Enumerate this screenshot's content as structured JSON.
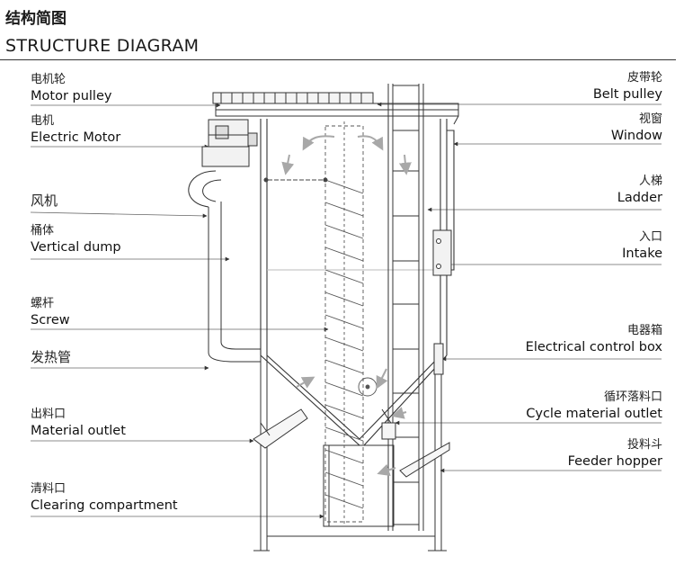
{
  "header": {
    "title_cn": "结构简图",
    "title_en": "STRUCTURE DIAGRAM"
  },
  "left_labels": [
    {
      "cn": "电机轮",
      "en": "Motor pulley"
    },
    {
      "cn": "电机",
      "en": "Electric Motor"
    },
    {
      "cn": "风机",
      "en": ""
    },
    {
      "cn": "桶体",
      "en": "Vertical dump"
    },
    {
      "cn": "螺杆",
      "en": "Screw"
    },
    {
      "cn": "发热管",
      "en": ""
    },
    {
      "cn": "出料口",
      "en": "Material outlet"
    },
    {
      "cn": "清料口",
      "en": "Clearing compartment"
    }
  ],
  "right_labels": [
    {
      "cn": "皮带轮",
      "en": "Belt pulley"
    },
    {
      "cn": "视窗",
      "en": "Window"
    },
    {
      "cn": "人梯",
      "en": "Ladder"
    },
    {
      "cn": "入口",
      "en": "Intake"
    },
    {
      "cn": "电器箱",
      "en": "Electrical control box"
    },
    {
      "cn": "循环落料口",
      "en": "Cycle material outlet"
    },
    {
      "cn": "投料斗",
      "en": "Feeder hopper"
    }
  ]
}
